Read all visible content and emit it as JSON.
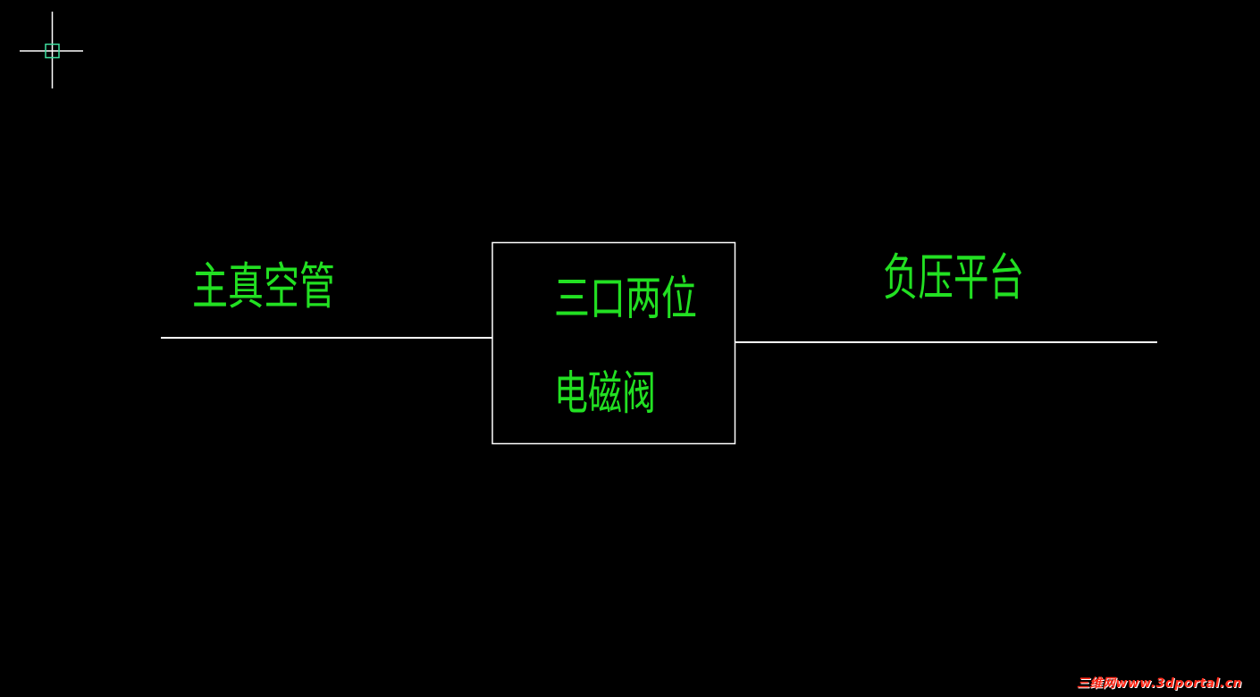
{
  "diagram": {
    "colors": {
      "background": "#000000",
      "line": "#ffffff",
      "text": "#22e022",
      "cursor": "#ffffff",
      "cursor_box": "#3fe0a0",
      "watermark": "#ff2a1a"
    },
    "labels": {
      "main_vacuum_pipe": "主真空管",
      "negative_pressure_platform": "负压平台",
      "valve_line1": "三口两位",
      "valve_line2": "电磁阀"
    },
    "cursor": {
      "icon": "crosshair-cursor-icon"
    }
  },
  "watermark": {
    "text": "三维网www.3dportal.cn"
  }
}
